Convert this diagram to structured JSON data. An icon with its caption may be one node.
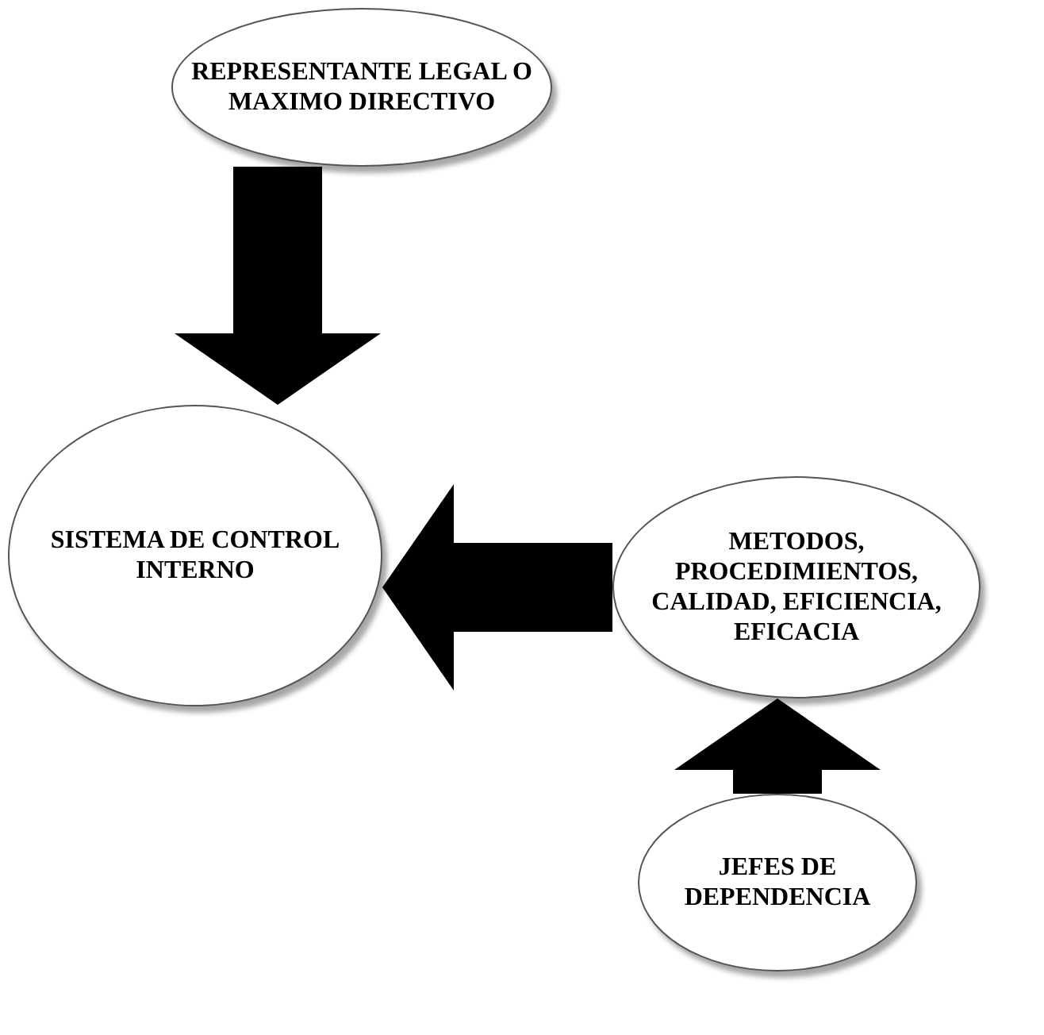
{
  "diagram": {
    "nodes": [
      {
        "text": [
          "REPRESENTANTE LEGAL O MAXIMO DIRECTIVO"
        ]
      },
      {
        "text": [
          "SISTEMA DE CONTROL INTERNO"
        ]
      },
      {
        "text": [
          "METODOS, PROCEDIMIENTOS, CALIDAD, EFICIENCIA, EFICACIA"
        ]
      },
      {
        "text": [
          "JEFES DE DEPENDENCIA"
        ]
      }
    ],
    "edges": [
      {
        "from": 0,
        "to": 1,
        "arrow": "to"
      },
      {
        "from": 2,
        "to": 1,
        "arrow": "to"
      },
      {
        "from": 3,
        "to": 2,
        "arrow": "to"
      }
    ]
  }
}
